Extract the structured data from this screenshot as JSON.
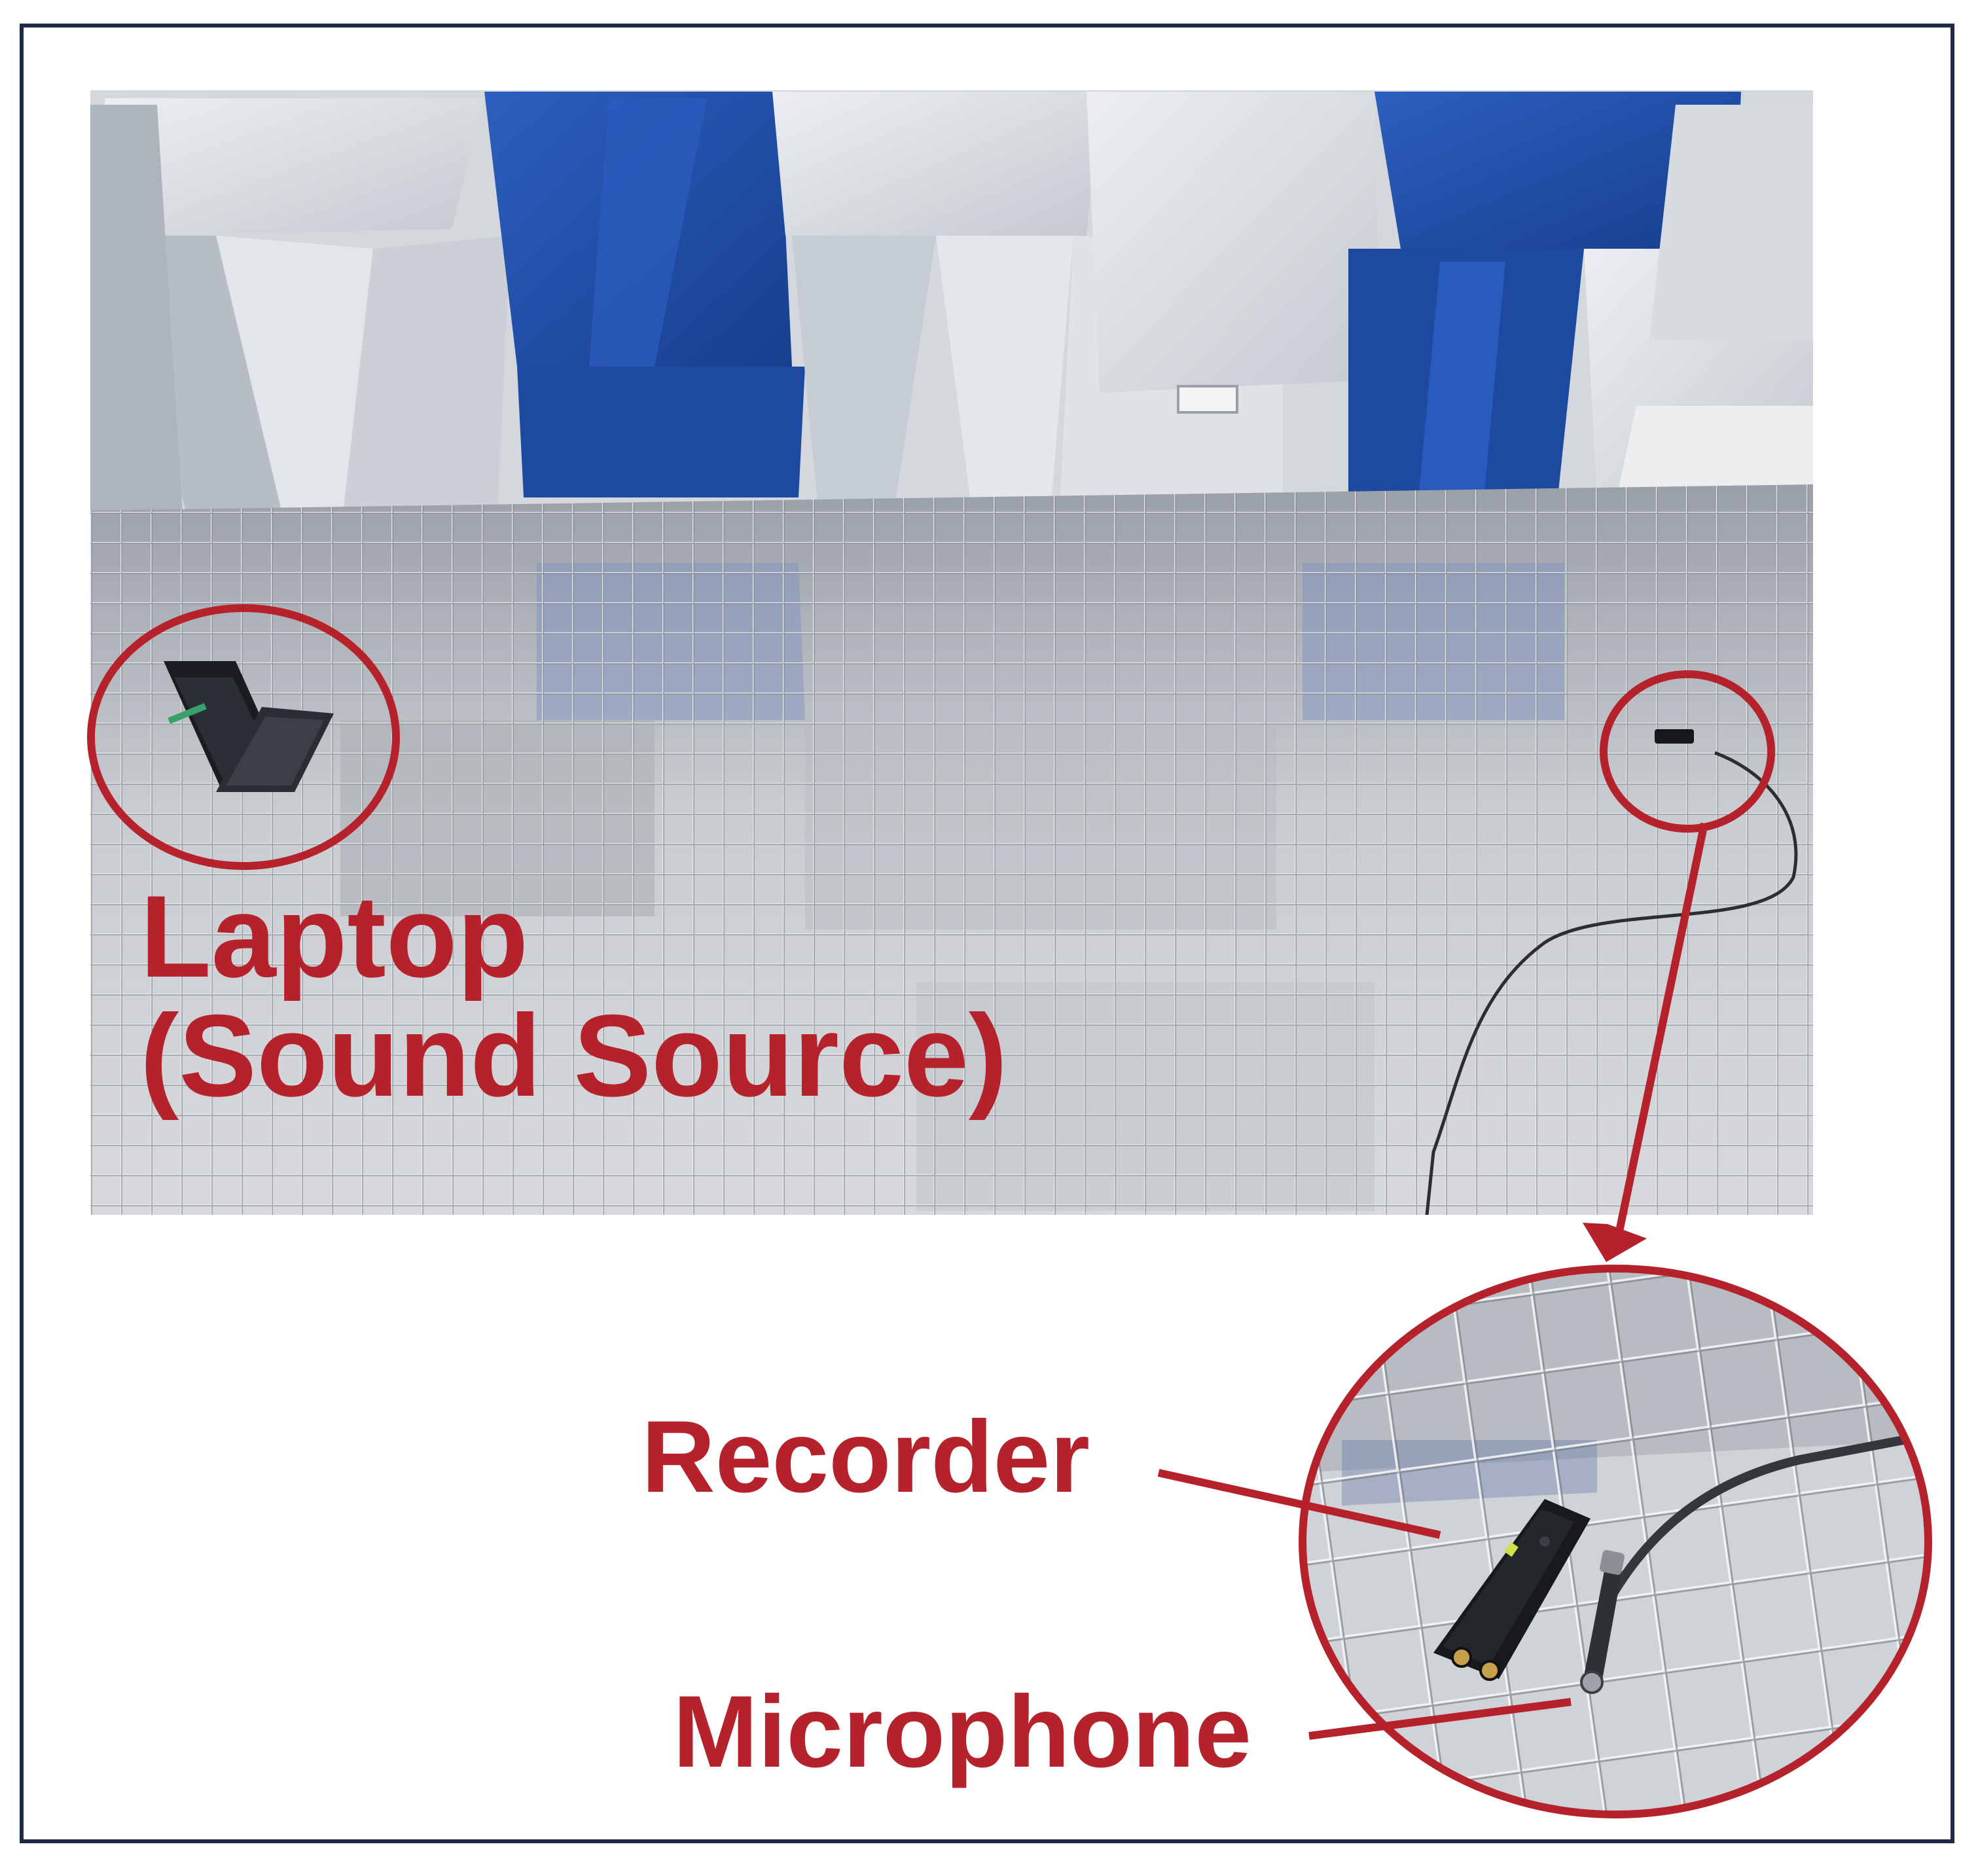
{
  "figure": {
    "description_free": true,
    "colors": {
      "frame_border": "#1f2a44",
      "callout_red": "#b5222b",
      "absorber_blue": "#1f4fa8",
      "absorber_white": "#d9dde3",
      "mesh_floor": "#b8bdc4"
    },
    "labels": {
      "laptop_line1": "Laptop",
      "laptop_line2": "(Sound Source)",
      "recorder": "Recorder",
      "microphone": "Microphone"
    },
    "icons": {
      "laptop": "laptop-icon",
      "recorder": "recorder-icon",
      "microphone": "microphone-icon"
    }
  }
}
